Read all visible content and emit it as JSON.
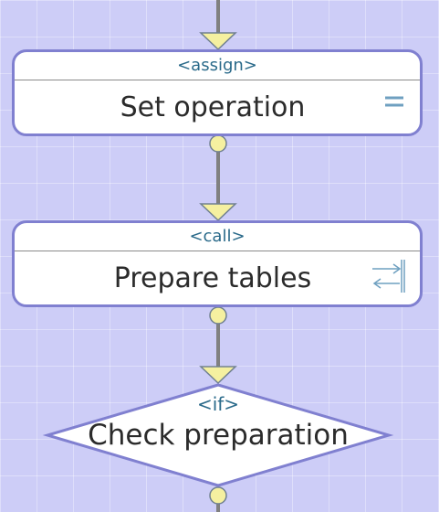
{
  "nodes": {
    "assign": {
      "type": "<assign>",
      "label": "Set operation",
      "icon": "equals-icon"
    },
    "call": {
      "type": "<call>",
      "label": "Prepare tables",
      "icon": "call-arrows-icon"
    },
    "if": {
      "type": "<if>",
      "label": "Check preparation",
      "shape": "diamond"
    }
  },
  "colors": {
    "background": "#cdcdf7",
    "node_border": "#8080d0",
    "node_fill": "#ffffff",
    "connector": "#808080",
    "connector_marker": "#f5f0a0",
    "type_text": "#2a6a8a",
    "icon": "#6fa0c0"
  }
}
